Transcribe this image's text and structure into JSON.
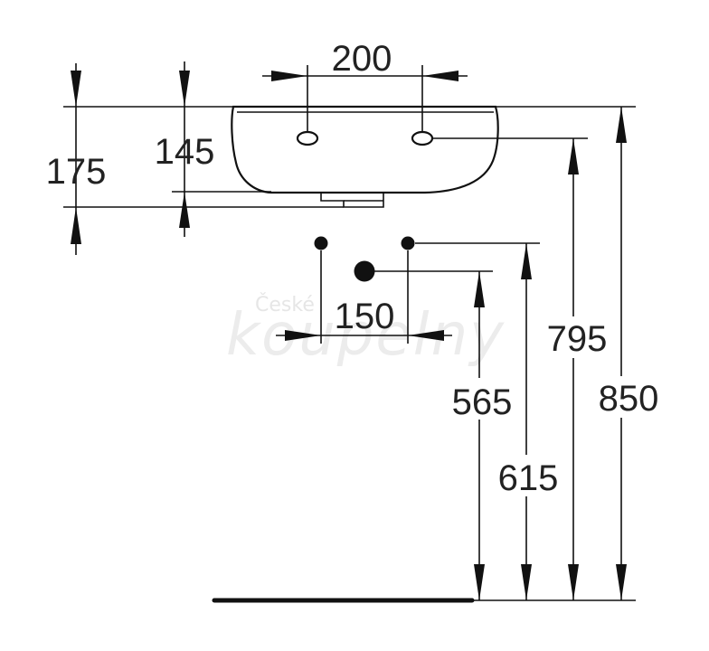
{
  "drawing": {
    "dimensions": {
      "tap_hole_spacing": "200",
      "drain_point_spacing": "150",
      "rim_to_overflow": "145",
      "rim_to_trap_bottom": "175",
      "waste_height": "565",
      "supply_height": "615",
      "tap_hole_height": "795",
      "rim_height": "850"
    },
    "watermark": {
      "line1": "České",
      "line2": "koupelny"
    }
  }
}
